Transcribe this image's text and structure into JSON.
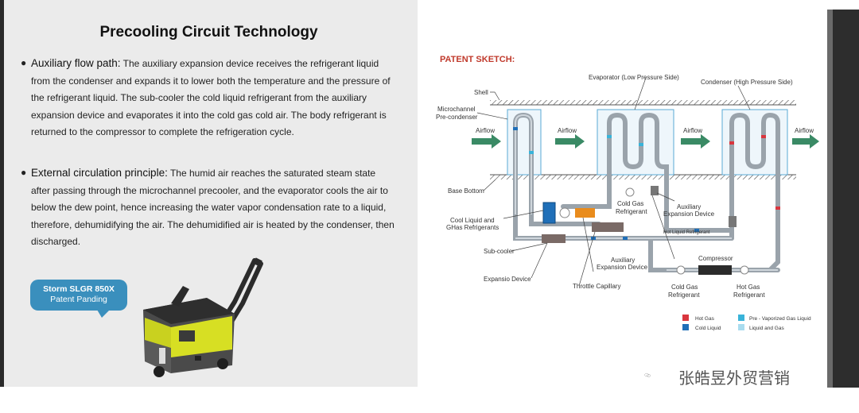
{
  "left": {
    "title": "Precooling Circuit Technology",
    "bullets": [
      {
        "heading": "Auxiliary flow path:",
        "text": " The auxiliary expansion device receives the refrigerant liquid from the condenser and expands it to lower both the temperature and the pressure of the refrigerant liquid. The sub-cooler the cold liquid refrigerant from the auxiliary expansion device and evaporates it into the cold gas cold air. The body refrigerant is returned to the compressor to complete the refrigeration cycle."
      },
      {
        "heading": "External circulation principle:",
        "text": " The humid air reaches the saturated steam state after passing through the microchannel precooler, and the evaporator cools the air to below the dew point, hence increasing the water vapor condensation rate to a liquid, therefore, dehumidifying the air. The dehumidified air is heated by the condenser, then discharged."
      }
    ],
    "badge": {
      "line1": "Storm SLGR 850X",
      "line2": "Patent Panding"
    }
  },
  "diagram": {
    "title": "PATENT SKETCH:",
    "labels": {
      "shell": "Shell",
      "microchannel1": "Microchannel",
      "microchannel2": "Pre-condenser",
      "evaporator": "Evaporator (Low Pressure Side)",
      "condenser": "Condenser (High Pressure Side)",
      "airflow": "Airflow",
      "base_bottom": "Base Bottom",
      "cold_gas_ref1": "Cold Gas",
      "cold_gas_ref2": "Refrigerant",
      "aux_exp1": "Auxiliary",
      "aux_exp2": "Expansion Device",
      "hot_liquid": "Hot Liquid Refrigerant",
      "cool_liquid1": "Cool Liquid and",
      "cool_liquid2": "GHas Refrigerants",
      "sub_cooler": "Sub-cooler",
      "aux_exp_low1": "Auxiliary",
      "aux_exp_low2": "Expansion Device",
      "compressor": "Compressor",
      "expansio": "Expansio Device",
      "throttle": "Throttle Capillary",
      "cold_gas_b1": "Cold Gas",
      "cold_gas_b2": "Refrigerant",
      "hot_gas_b1": "Hot Gas",
      "hot_gas_b2": "Refrigerant"
    },
    "legend": [
      {
        "label": "Hot Gas",
        "color": "#d9363e"
      },
      {
        "label": "Cold Liquid",
        "color": "#1f6fb8"
      },
      {
        "label": "Pre - Vaporized Gas Liquid",
        "color": "#39b3d9"
      },
      {
        "label": "Liquid and Gas",
        "color": "#a9dcef"
      }
    ]
  },
  "watermark": {
    "text": "张皓昱外贸营销"
  }
}
